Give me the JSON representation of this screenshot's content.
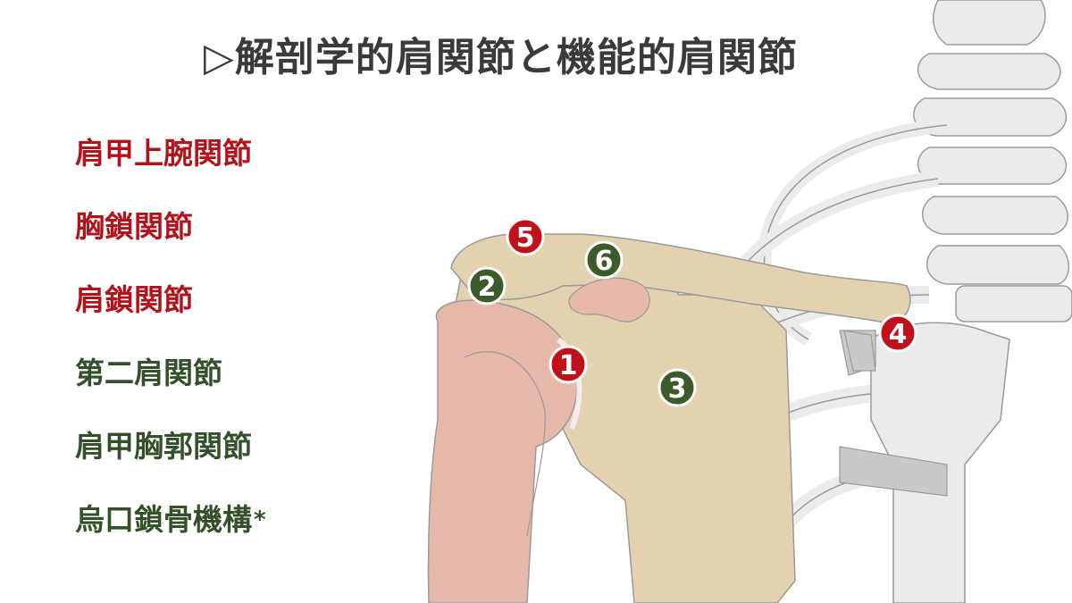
{
  "title": "▷解剖学的肩関節と機能的肩関節",
  "joints": [
    {
      "label": "肩甲上腕関節",
      "color": "#b3121c"
    },
    {
      "label": "胸鎖関節",
      "color": "#b3121c"
    },
    {
      "label": "肩鎖関節",
      "color": "#b3121c"
    },
    {
      "label": "第二肩関節",
      "color": "#34502a"
    },
    {
      "label": "肩甲胸郭関節",
      "color": "#34502a"
    },
    {
      "label": "烏口鎖骨機構",
      "color": "#34502a",
      "note": "*"
    }
  ],
  "markers": [
    {
      "number": "1",
      "color": "#c0111a"
    },
    {
      "number": "2",
      "color": "#3d5a2a"
    },
    {
      "number": "3",
      "color": "#3d5a2a"
    },
    {
      "number": "4",
      "color": "#c0111a"
    },
    {
      "number": "5",
      "color": "#c0111a"
    },
    {
      "number": "6",
      "color": "#3d5a2a"
    }
  ],
  "colors": {
    "bone_fill": "#ebebeb",
    "bone_stroke": "#9a9a9a",
    "scapula": "#e3d1b0",
    "humerus": "#e6b8aa",
    "cartilage": "#c9c9c9"
  }
}
